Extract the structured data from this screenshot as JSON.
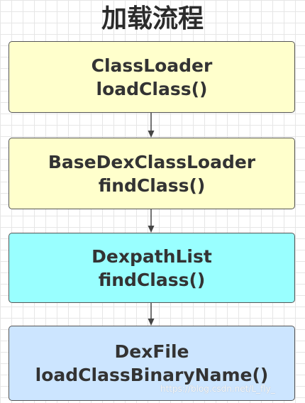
{
  "title": "加载流程",
  "steps": [
    {
      "line1": "ClassLoader",
      "line2": "loadClass()",
      "fill": "#ffffcc"
    },
    {
      "line1": "BaseDexClassLoader",
      "line2": "findClass()",
      "fill": "#ffffcc"
    },
    {
      "line1": "DexpathList",
      "line2": "findClass()",
      "fill": "#99ffff"
    },
    {
      "line1": "DexFile",
      "line2": "loadClassBinaryName()",
      "fill": "#cce5ff"
    }
  ],
  "watermark": "https://blog.csdn.net/L_fly_"
}
